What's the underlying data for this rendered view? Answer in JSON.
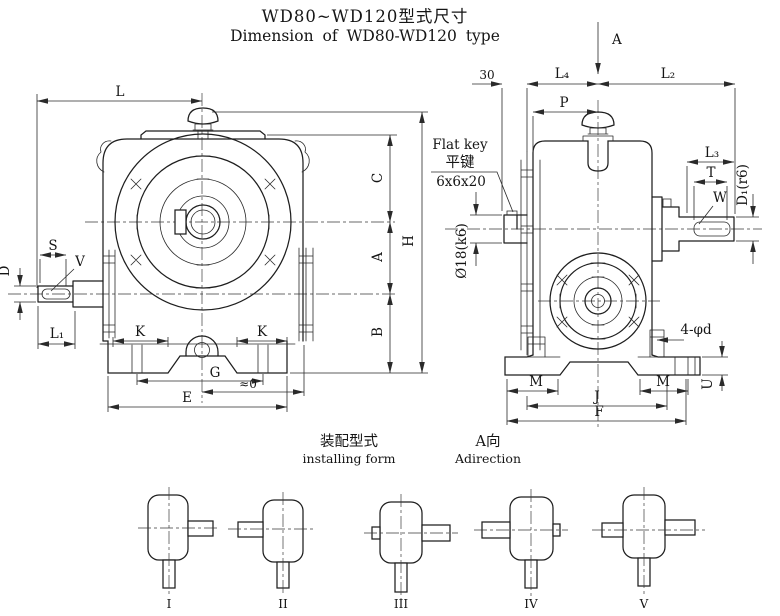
{
  "title": {
    "line1_zh": "WD80~WD120型式尺寸",
    "line2_en": "Dimension of WD80-WD120  type"
  },
  "front_view": {
    "dims": {
      "L": "L",
      "S": "S",
      "V": "V",
      "D": "D",
      "L1": "L₁",
      "K_left": "K",
      "K_right": "K",
      "G": "G",
      "approx_zero": "≈0",
      "E": "E",
      "C": "C",
      "A": "A",
      "B": "B",
      "H": "H"
    }
  },
  "side_view": {
    "view_arrow_label": "A",
    "flat_key": {
      "en": "Flat key",
      "zh": "平键",
      "size": "6x6x20"
    },
    "dims": {
      "offset_30": "30",
      "L4": "L₄",
      "L2": "L₂",
      "P": "P",
      "input_shaft_dia": "Ø18(k6)",
      "L3": "L₃",
      "T": "T",
      "W": "W",
      "output_shaft_dia": "D₁(r6)",
      "mount_holes": "4-φd",
      "M_left": "M",
      "M_right": "M",
      "J": "J",
      "F": "F",
      "U": "U"
    }
  },
  "captions": {
    "installing_zh": "装配型式",
    "installing_en": "installing form",
    "view_a_zh": "A向",
    "view_a_en": "Adirection"
  },
  "installing_forms": {
    "f1": "I",
    "f2": "II",
    "f3": "III",
    "f4": "IV",
    "f5": "V"
  },
  "colors": {
    "ink": "#1e1e1e",
    "background": "#ffffff"
  }
}
